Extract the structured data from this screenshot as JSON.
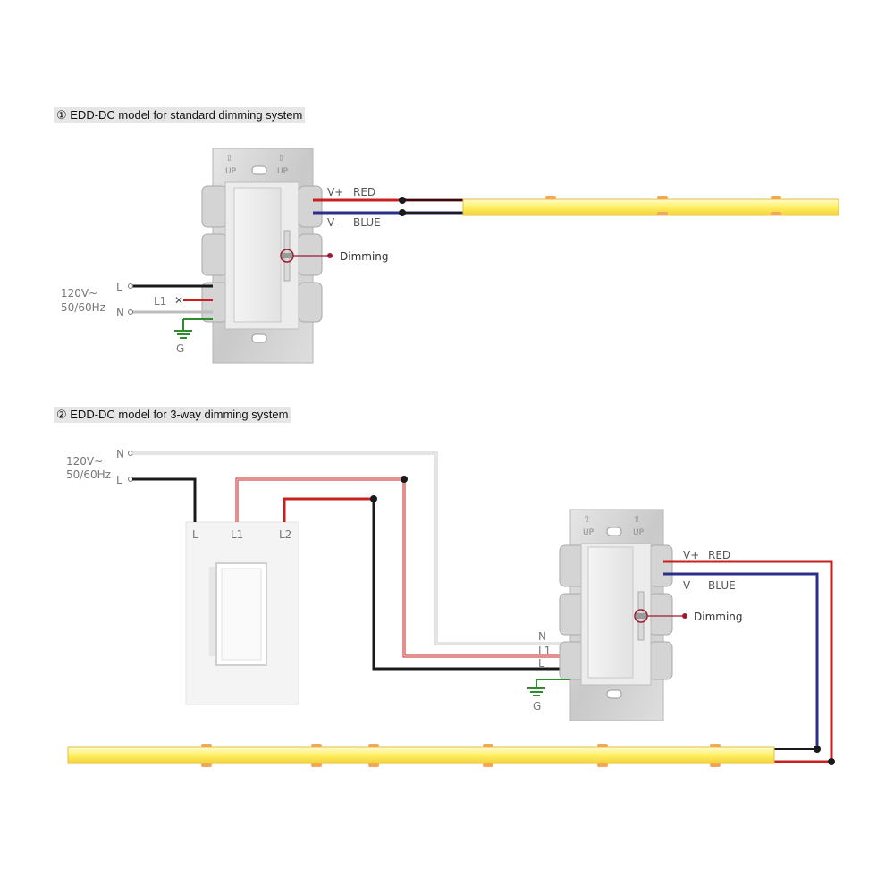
{
  "section1": {
    "title": "① EDD-DC model for standard dimming system",
    "supply": [
      "120V~",
      "50/60Hz"
    ],
    "terminal_L": "L",
    "terminal_N": "N",
    "terminal_L1": "L1",
    "ground": "G",
    "vplus": "V+",
    "red": "RED",
    "vminus": "V-",
    "blue": "BLUE",
    "dimming": "Dimming",
    "up": "UP"
  },
  "section2": {
    "title": "② EDD-DC model for 3-way dimming system",
    "supply": [
      "120V~",
      "50/60Hz"
    ],
    "terminal_N": "N",
    "terminal_L": "L",
    "switch_L": "L",
    "switch_L1": "L1",
    "switch_L2": "L2",
    "dimmer_N": "N",
    "dimmer_L1": "L1",
    "dimmer_L": "L",
    "ground": "G",
    "vplus": "V+",
    "red": "RED",
    "vminus": "V-",
    "blue": "BLUE",
    "dimming": "Dimming",
    "up": "UP"
  },
  "colors": {
    "red_wire": "#c8201e",
    "blue_wire": "#2a2f8c",
    "black_wire": "#1a1a1a",
    "ground_green": "#2e8b2e",
    "dimming_marker": "#9b1b30",
    "led_strip": "#fff060"
  }
}
